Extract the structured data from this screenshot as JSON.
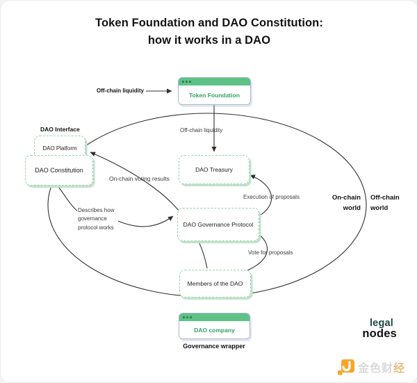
{
  "title": "Token Foundation and DAO Constitution:\nhow it works in a DAO",
  "nodes": {
    "token_foundation": "Token Foundation",
    "dao_platform": "DAO Platform",
    "dao_constitution": "DAO Constitution",
    "dao_treasury": "DAO Treasury",
    "dao_governance_protocol": "DAO Governance Protocol",
    "members_of_the_dao": "Members of the DAO",
    "dao_company": "DAO company"
  },
  "annotations": {
    "off_chain_liquidity_input": "Off-chain liquidity",
    "off_chain_liquidity_flow": "Off-chain liquidity",
    "dao_interface": "DAO Interface",
    "on_chain_voting_results": "On-chain voting results",
    "describes_governance": "Describes how\ngovernance\nprotocol works",
    "execution_of_proposals": "Execution of proposals",
    "vote_for_proposals": "Vote for proposals",
    "on_chain_world": "On-chain\nworld",
    "off_chain_world": "Off-chain\nworld",
    "governance_wrapper": "Governance wrapper"
  },
  "branding": {
    "logo_top": "legal",
    "logo_bottom": "nodes",
    "watermark_text": "金色财",
    "watermark_accent": "经"
  },
  "colors": {
    "header_green": "#5ec287",
    "dashed_border_green": "#93d2a8",
    "node_text_green": "#36a266",
    "line_dark": "#2f2f2f",
    "watermark_orange": "#f7a52b"
  }
}
